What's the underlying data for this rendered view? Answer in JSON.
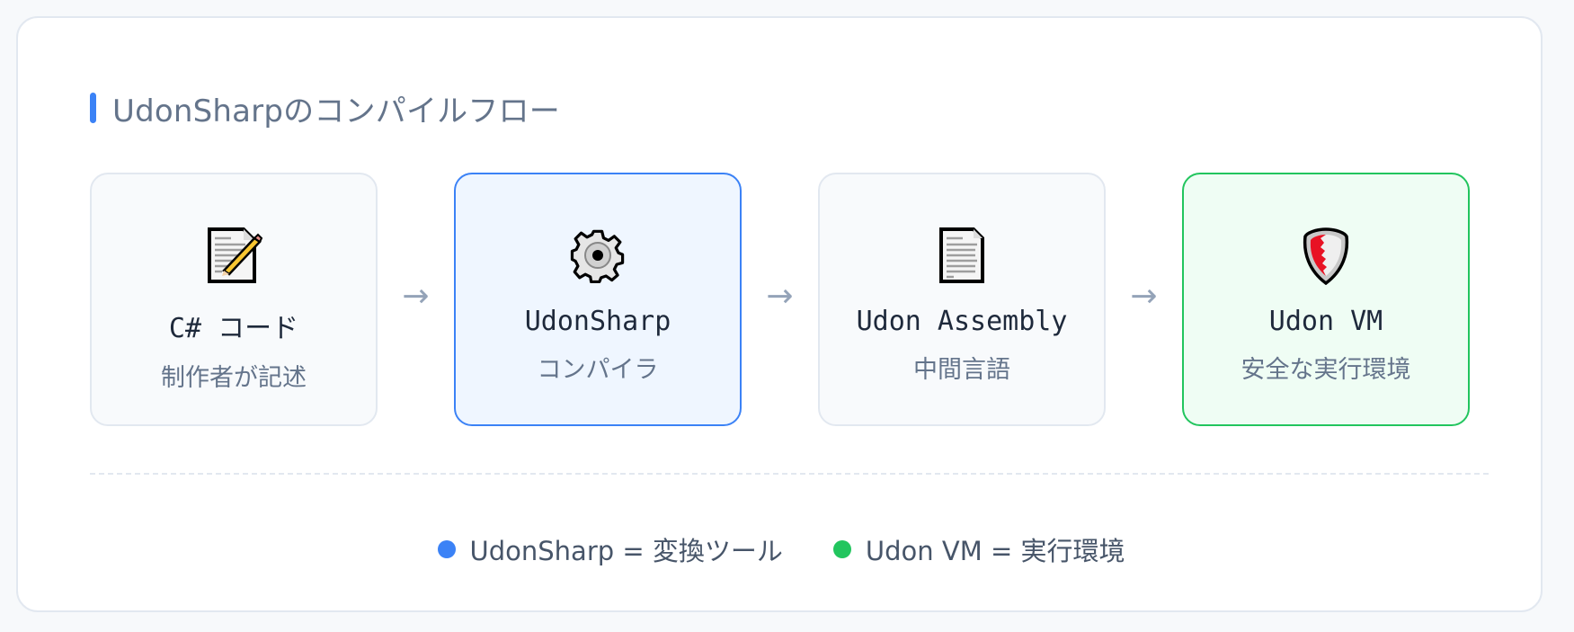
{
  "title": "UdonSharpのコンパイルフロー",
  "colors": {
    "accent_blue": "#3b82f6",
    "accent_green": "#22c55e",
    "title_text": "#64748b",
    "arrow": "#94a3b8"
  },
  "steps": [
    {
      "icon": "memo-icon",
      "name": "C# コード",
      "desc": "制作者が記述",
      "style": "neutral"
    },
    {
      "icon": "gear-icon",
      "name": "UdonSharp",
      "desc": "コンパイラ",
      "style": "blue"
    },
    {
      "icon": "document-icon",
      "name": "Udon Assembly",
      "desc": "中間言語",
      "style": "neutral"
    },
    {
      "icon": "shield-icon",
      "name": "Udon VM",
      "desc": "安全な実行環境",
      "style": "green"
    }
  ],
  "arrow_glyph": "→",
  "legend": [
    {
      "color": "#3b82f6",
      "label": "UdonSharp = 変換ツール"
    },
    {
      "color": "#22c55e",
      "label": "Udon VM = 実行環境"
    }
  ]
}
